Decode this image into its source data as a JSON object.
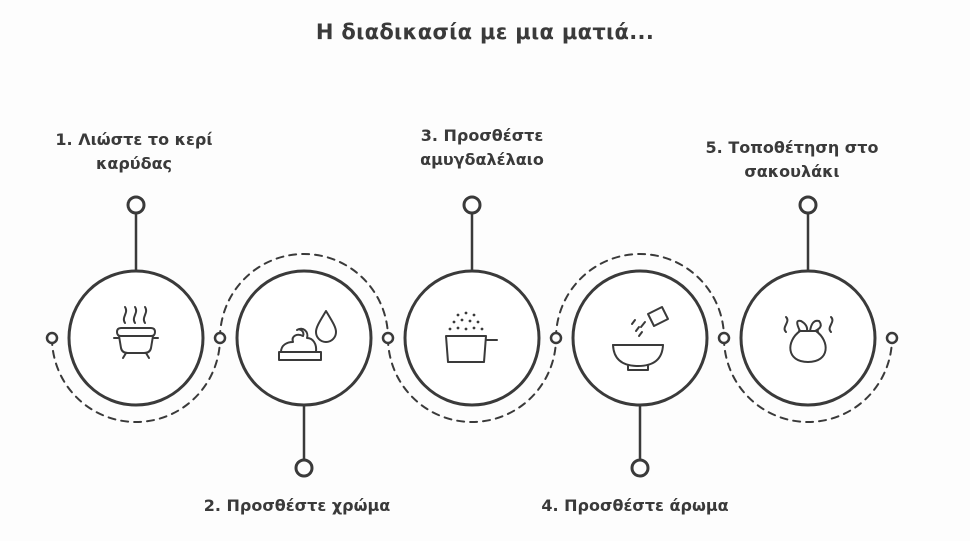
{
  "title": "Η διαδικασία με μια ματιά...",
  "colors": {
    "ink": "#3a3a3a",
    "background": "#fdfdfd",
    "circle_fill": "#ffffff"
  },
  "steps": [
    {
      "label_line1": "1. Λιώστε το κερί",
      "label_line2": "καρύδας",
      "icon": "melting-pot-icon"
    },
    {
      "label_line1": "2. Προσθέστε χρώμα",
      "label_line2": "",
      "icon": "color-drop-icon"
    },
    {
      "label_line1": "3. Προσθέστε",
      "label_line2": "αμυγδαλέλαιο",
      "icon": "oil-pan-icon"
    },
    {
      "label_line1": "4. Προσθέστε άρωμα",
      "label_line2": "",
      "icon": "fragrance-bowl-icon"
    },
    {
      "label_line1": "5. Τοποθέτηση στο",
      "label_line2": "σακουλάκι",
      "icon": "sachet-bag-icon"
    }
  ]
}
